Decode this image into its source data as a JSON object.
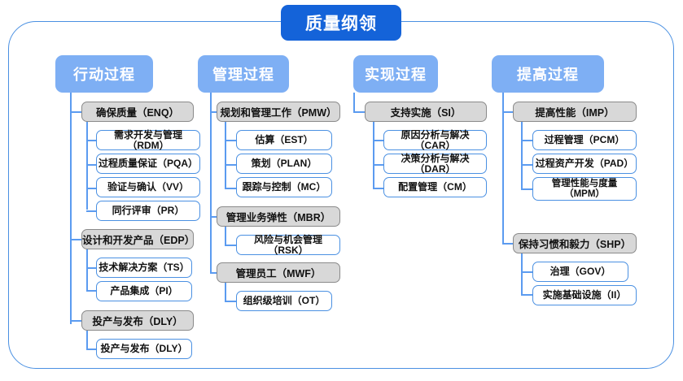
{
  "diagram": {
    "root": {
      "label": "质量纲领"
    },
    "colors": {
      "root_bg": "#1463d9",
      "category_bg": "#7eaff4",
      "group_bg": "#d8d8d8",
      "group_border": "#8a8a8a",
      "leaf_border": "#4a90e2",
      "connector": "#5b9bf0",
      "frame_border": "#4a90e2",
      "page_bg": "#ffffff"
    },
    "columns": [
      {
        "header": "行动过程",
        "groups": [
          {
            "label": "确保质量（ENQ）",
            "children": [
              "需求开发与管理（RDM）",
              "过程质量保证（PQA）",
              "验证与确认（VV）",
              "同行评审（PR）"
            ]
          },
          {
            "label": "设计和开发产品（EDP）",
            "children": [
              "技术解决方案（TS）",
              "产品集成（PI）"
            ]
          },
          {
            "label": "投产与发布（DLY）",
            "children": [
              "投产与发布（DLY）"
            ]
          }
        ]
      },
      {
        "header": "管理过程",
        "groups": [
          {
            "label": "规划和管理工作（PMW）",
            "children": [
              "估算（EST）",
              "策划（PLAN）",
              "跟踪与控制（MC）"
            ]
          },
          {
            "label": "管理业务弹性（MBR）",
            "children": [
              "风险与机会管理（RSK）"
            ]
          },
          {
            "label": "管理员工（MWF）",
            "children": [
              "组织级培训（OT）"
            ]
          }
        ]
      },
      {
        "header": "实现过程",
        "groups": [
          {
            "label": "支持实施（SI）",
            "children": [
              "原因分析与解决（CAR）",
              "决策分析与解决（DAR）",
              "配置管理（CM）"
            ]
          }
        ]
      },
      {
        "header": "提高过程",
        "groups": [
          {
            "label": "提高性能（IMP）",
            "children": [
              "过程管理（PCM）",
              "过程资产开发（PAD）",
              "管理性能与度量\n（MPM）"
            ]
          },
          {
            "label": "保持习惯和毅力（SHP）",
            "children": [
              "治理（GOV）",
              "实施基础设施（II）"
            ]
          }
        ]
      }
    ]
  }
}
